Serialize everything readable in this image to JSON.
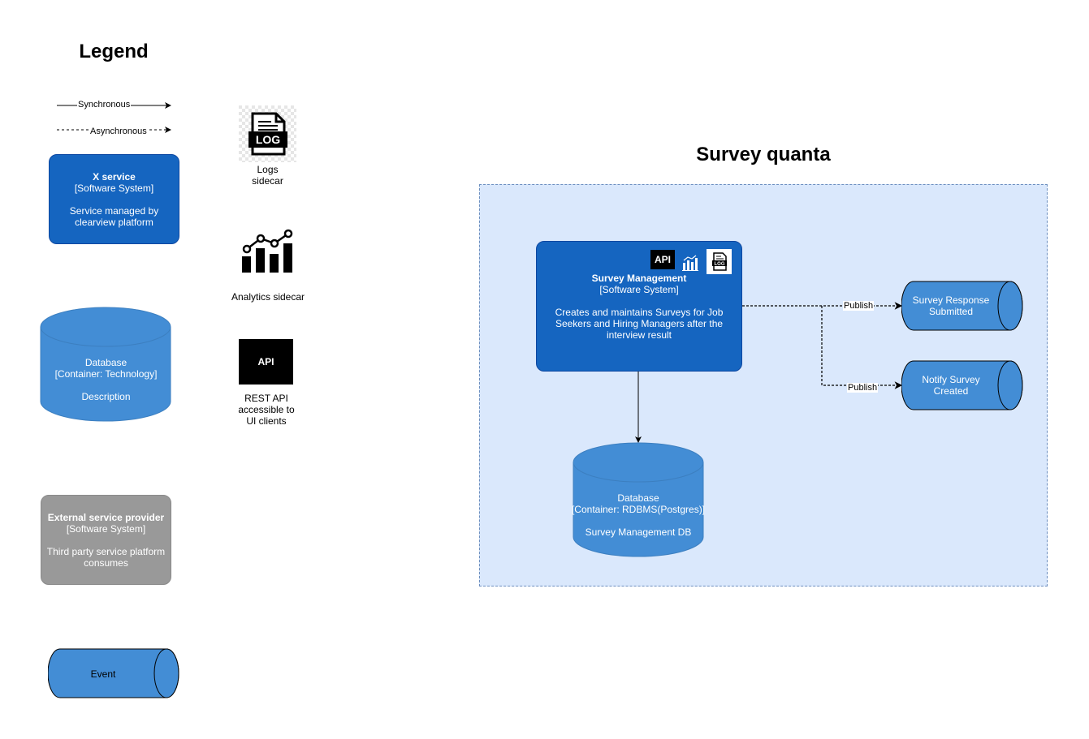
{
  "legend": {
    "title": "Legend",
    "sync_label": "Synchronous",
    "async_label": "Asynchronous",
    "x_service": {
      "name": "X service",
      "type": "[Software System]",
      "description_line1": "Service managed by",
      "description_line2": "clearview platform"
    },
    "database": {
      "name": "Database",
      "type": "[Container: Technology]",
      "description": "Description"
    },
    "external": {
      "name": "External service provider",
      "type": "[Software System]",
      "description_line1": "Third party service platform",
      "description_line2": "consumes"
    },
    "event": {
      "name": "Event"
    },
    "logs": {
      "icon_text": "LOG",
      "label_line1": "Logs",
      "label_line2": "sidecar"
    },
    "analytics": {
      "label": "Analytics sidecar"
    },
    "api": {
      "icon_text": "API",
      "label_line1": "REST API",
      "label_line2": "accessible to",
      "label_line3": "UI clients"
    }
  },
  "quanta": {
    "title": "Survey quanta",
    "survey_management": {
      "name": "Survey Management",
      "type": "[Software System]",
      "description_line1": "Creates and maintains Surveys for Job",
      "description_line2": "Seekers and Hiring Managers after the",
      "description_line3": "interview result",
      "api_badge": "API"
    },
    "database": {
      "name": "Database",
      "type": "[Container: RDBMS(Postgres)]",
      "description": "Survey Management DB"
    },
    "event1": {
      "line1": "Survey Response",
      "line2": "Submitted"
    },
    "event2": {
      "line1": "Notify Survey",
      "line2": "Created"
    },
    "publish1": "Publish",
    "publish2": "Publish"
  },
  "colors": {
    "service_blue": "#1565c0",
    "container_blue": "#438dd5",
    "external_gray": "#999999",
    "region_fill": "#dae8fc",
    "region_border": "#6c8ebf"
  }
}
